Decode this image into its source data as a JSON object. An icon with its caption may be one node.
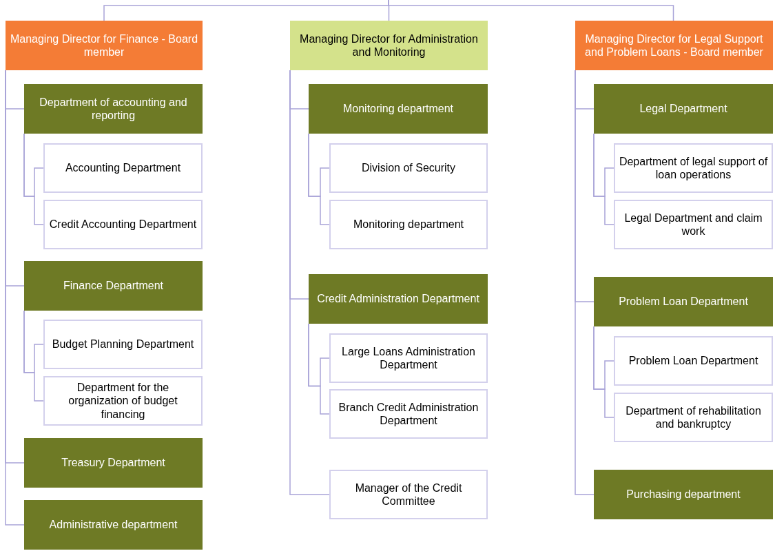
{
  "diagram": {
    "nodes": [
      {
        "text": [
          "Managing Director for Finance - Board member"
        ]
      },
      {
        "text": [
          "Department of accounting and reporting"
        ]
      },
      {
        "text": [
          "Accounting Department"
        ]
      },
      {
        "text": [
          "Credit Accounting Department"
        ]
      },
      {
        "text": [
          "Finance Department"
        ]
      },
      {
        "text": [
          "Budget Planning Department"
        ]
      },
      {
        "text": [
          "Department for the organization of budget financing"
        ]
      },
      {
        "text": [
          "Treasury Department"
        ]
      },
      {
        "text": [
          "Administrative department"
        ]
      },
      {
        "text": [
          "Managing Director for Administration and Monitoring"
        ]
      },
      {
        "text": [
          "Monitoring department"
        ]
      },
      {
        "text": [
          "Division of Security"
        ]
      },
      {
        "text": [
          "Monitoring department"
        ]
      },
      {
        "text": [
          "Credit Administration Department"
        ]
      },
      {
        "text": [
          "Large Loans Administration Department"
        ]
      },
      {
        "text": [
          "Branch Credit Administration Department"
        ]
      },
      {
        "text": [
          "Manager of the Credit Committee"
        ]
      },
      {
        "text": [
          "Managing Director for Legal Support and Problem Loans - Board member"
        ]
      },
      {
        "text": [
          "Legal Department"
        ]
      },
      {
        "text": [
          "Department of legal support of loan operations"
        ]
      },
      {
        "text": [
          "Legal Department and claim work"
        ]
      },
      {
        "text": [
          "Problem Loan Department"
        ]
      },
      {
        "text": [
          "Problem Loan Department"
        ]
      },
      {
        "text": [
          "Department of rehabilitation and bankruptcy"
        ]
      },
      {
        "text": [
          "Purchasing department"
        ]
      }
    ],
    "edges": [
      {
        "from": null,
        "to": 0,
        "arrow": "none"
      },
      {
        "from": null,
        "to": 9,
        "arrow": "none"
      },
      {
        "from": null,
        "to": 17,
        "arrow": "none"
      },
      {
        "from": 0,
        "to": 1,
        "arrow": "none"
      },
      {
        "from": 0,
        "to": 4,
        "arrow": "none"
      },
      {
        "from": 0,
        "to": 7,
        "arrow": "none"
      },
      {
        "from": 0,
        "to": 8,
        "arrow": "none"
      },
      {
        "from": 1,
        "to": 2,
        "arrow": "none"
      },
      {
        "from": 1,
        "to": 3,
        "arrow": "none"
      },
      {
        "from": 4,
        "to": 5,
        "arrow": "none"
      },
      {
        "from": 4,
        "to": 6,
        "arrow": "none"
      },
      {
        "from": 9,
        "to": 10,
        "arrow": "none"
      },
      {
        "from": 9,
        "to": 13,
        "arrow": "none"
      },
      {
        "from": 9,
        "to": 16,
        "arrow": "none"
      },
      {
        "from": 10,
        "to": 11,
        "arrow": "none"
      },
      {
        "from": 10,
        "to": 12,
        "arrow": "none"
      },
      {
        "from": 13,
        "to": 14,
        "arrow": "none"
      },
      {
        "from": 13,
        "to": 15,
        "arrow": "none"
      },
      {
        "from": 17,
        "to": 18,
        "arrow": "none"
      },
      {
        "from": 17,
        "to": 21,
        "arrow": "none"
      },
      {
        "from": 17,
        "to": 24,
        "arrow": "none"
      },
      {
        "from": 18,
        "to": 19,
        "arrow": "none"
      },
      {
        "from": 18,
        "to": 20,
        "arrow": "none"
      },
      {
        "from": 21,
        "to": 22,
        "arrow": "none"
      },
      {
        "from": 21,
        "to": 23,
        "arrow": "none"
      }
    ]
  }
}
